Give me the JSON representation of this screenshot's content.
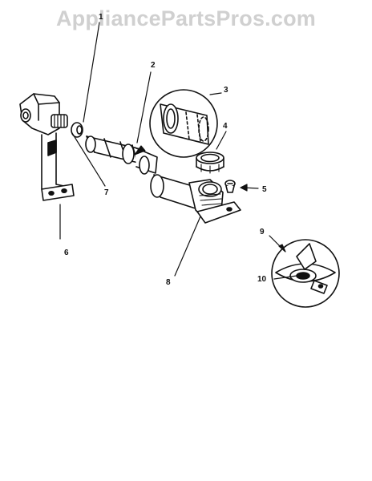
{
  "watermark": {
    "text": "AppliancePartsPros.com"
  },
  "callouts": [
    {
      "id": "1",
      "text": "1"
    },
    {
      "id": "2",
      "text": "2"
    },
    {
      "id": "3",
      "text": "3"
    },
    {
      "id": "4",
      "text": "4"
    },
    {
      "id": "5",
      "text": "5"
    },
    {
      "id": "6",
      "text": "6"
    },
    {
      "id": "7",
      "text": "7"
    },
    {
      "id": "8",
      "text": "8"
    },
    {
      "id": "9",
      "text": "9"
    },
    {
      "id": "10",
      "text": "10"
    }
  ],
  "colors": {
    "ink": "#111111",
    "watermark": "#d0d0d0",
    "paper": "#ffffff"
  }
}
